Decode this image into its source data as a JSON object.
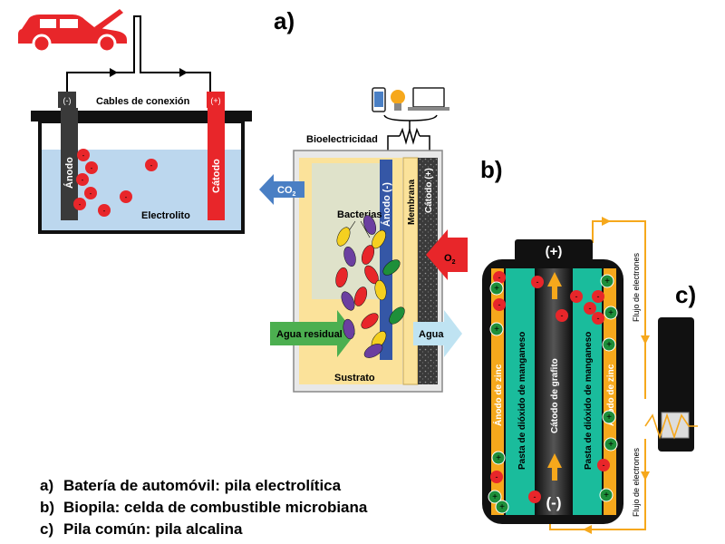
{
  "panel_a": {
    "letter": "a)",
    "cables_label": "Cables de conexión",
    "neg_terminal": "(-)",
    "pos_terminal": "(+)",
    "anode_label": "Ánodo",
    "cathode_label": "Cátodo",
    "electrolyte_label": "Electrolito",
    "ion_sign": "-"
  },
  "panel_b": {
    "letter": "b)",
    "bioelectricity_label": "Bioelectricidad",
    "co2_label": "CO",
    "co2_sub": "2",
    "bacteria_label": "Bacterias",
    "anode_label": "Ánodo (-)",
    "membrane_label": "Membrana",
    "cathode_label": "Cátodo (+)",
    "o2_label": "O",
    "o2_sub": "2",
    "wastewater_label": "Agua residual",
    "water_label": "Agua",
    "substrate_label": "Sustrato"
  },
  "panel_c": {
    "letter": "c)",
    "pos_terminal": "(+)",
    "neg_terminal": "(-)",
    "zinc_anode_label": "Ánodo de zinc",
    "mno2_paste_label": "Pasta de dióxido de manganeso",
    "graphite_cathode_label": "Cátodo de grafito",
    "electron_flow_label": "Flujo de electrones",
    "plus_sign": "+",
    "minus_sign": "-"
  },
  "legend": {
    "a_key": "a)",
    "a_text": "Batería de automóvil: pila electrolítica",
    "b_key": "b)",
    "b_text": "Biopila: celda de combustible microbiana",
    "c_key": "c)",
    "c_text": "Pila común: pila alcalina"
  },
  "colors": {
    "red": "#e8262a",
    "electrolyte": "#bcd7ee",
    "anode_blue": "#3557a6",
    "substrate": "#fbe29a",
    "co2_arrow": "#4a7fc4",
    "o2_arrow": "#e8262a",
    "green_arrow": "#4caf50",
    "water_arrow": "#bfe3f2",
    "teal": "#1abc9c",
    "orange": "#f6a81c",
    "bacteria_yellow": "#f5d020",
    "bacteria_purple": "#6b3fa0",
    "bacteria_green": "#1e8f3a"
  },
  "icons": [
    "car-icon",
    "phone-icon",
    "lightbulb-icon",
    "laptop-icon",
    "resistor-icon"
  ]
}
